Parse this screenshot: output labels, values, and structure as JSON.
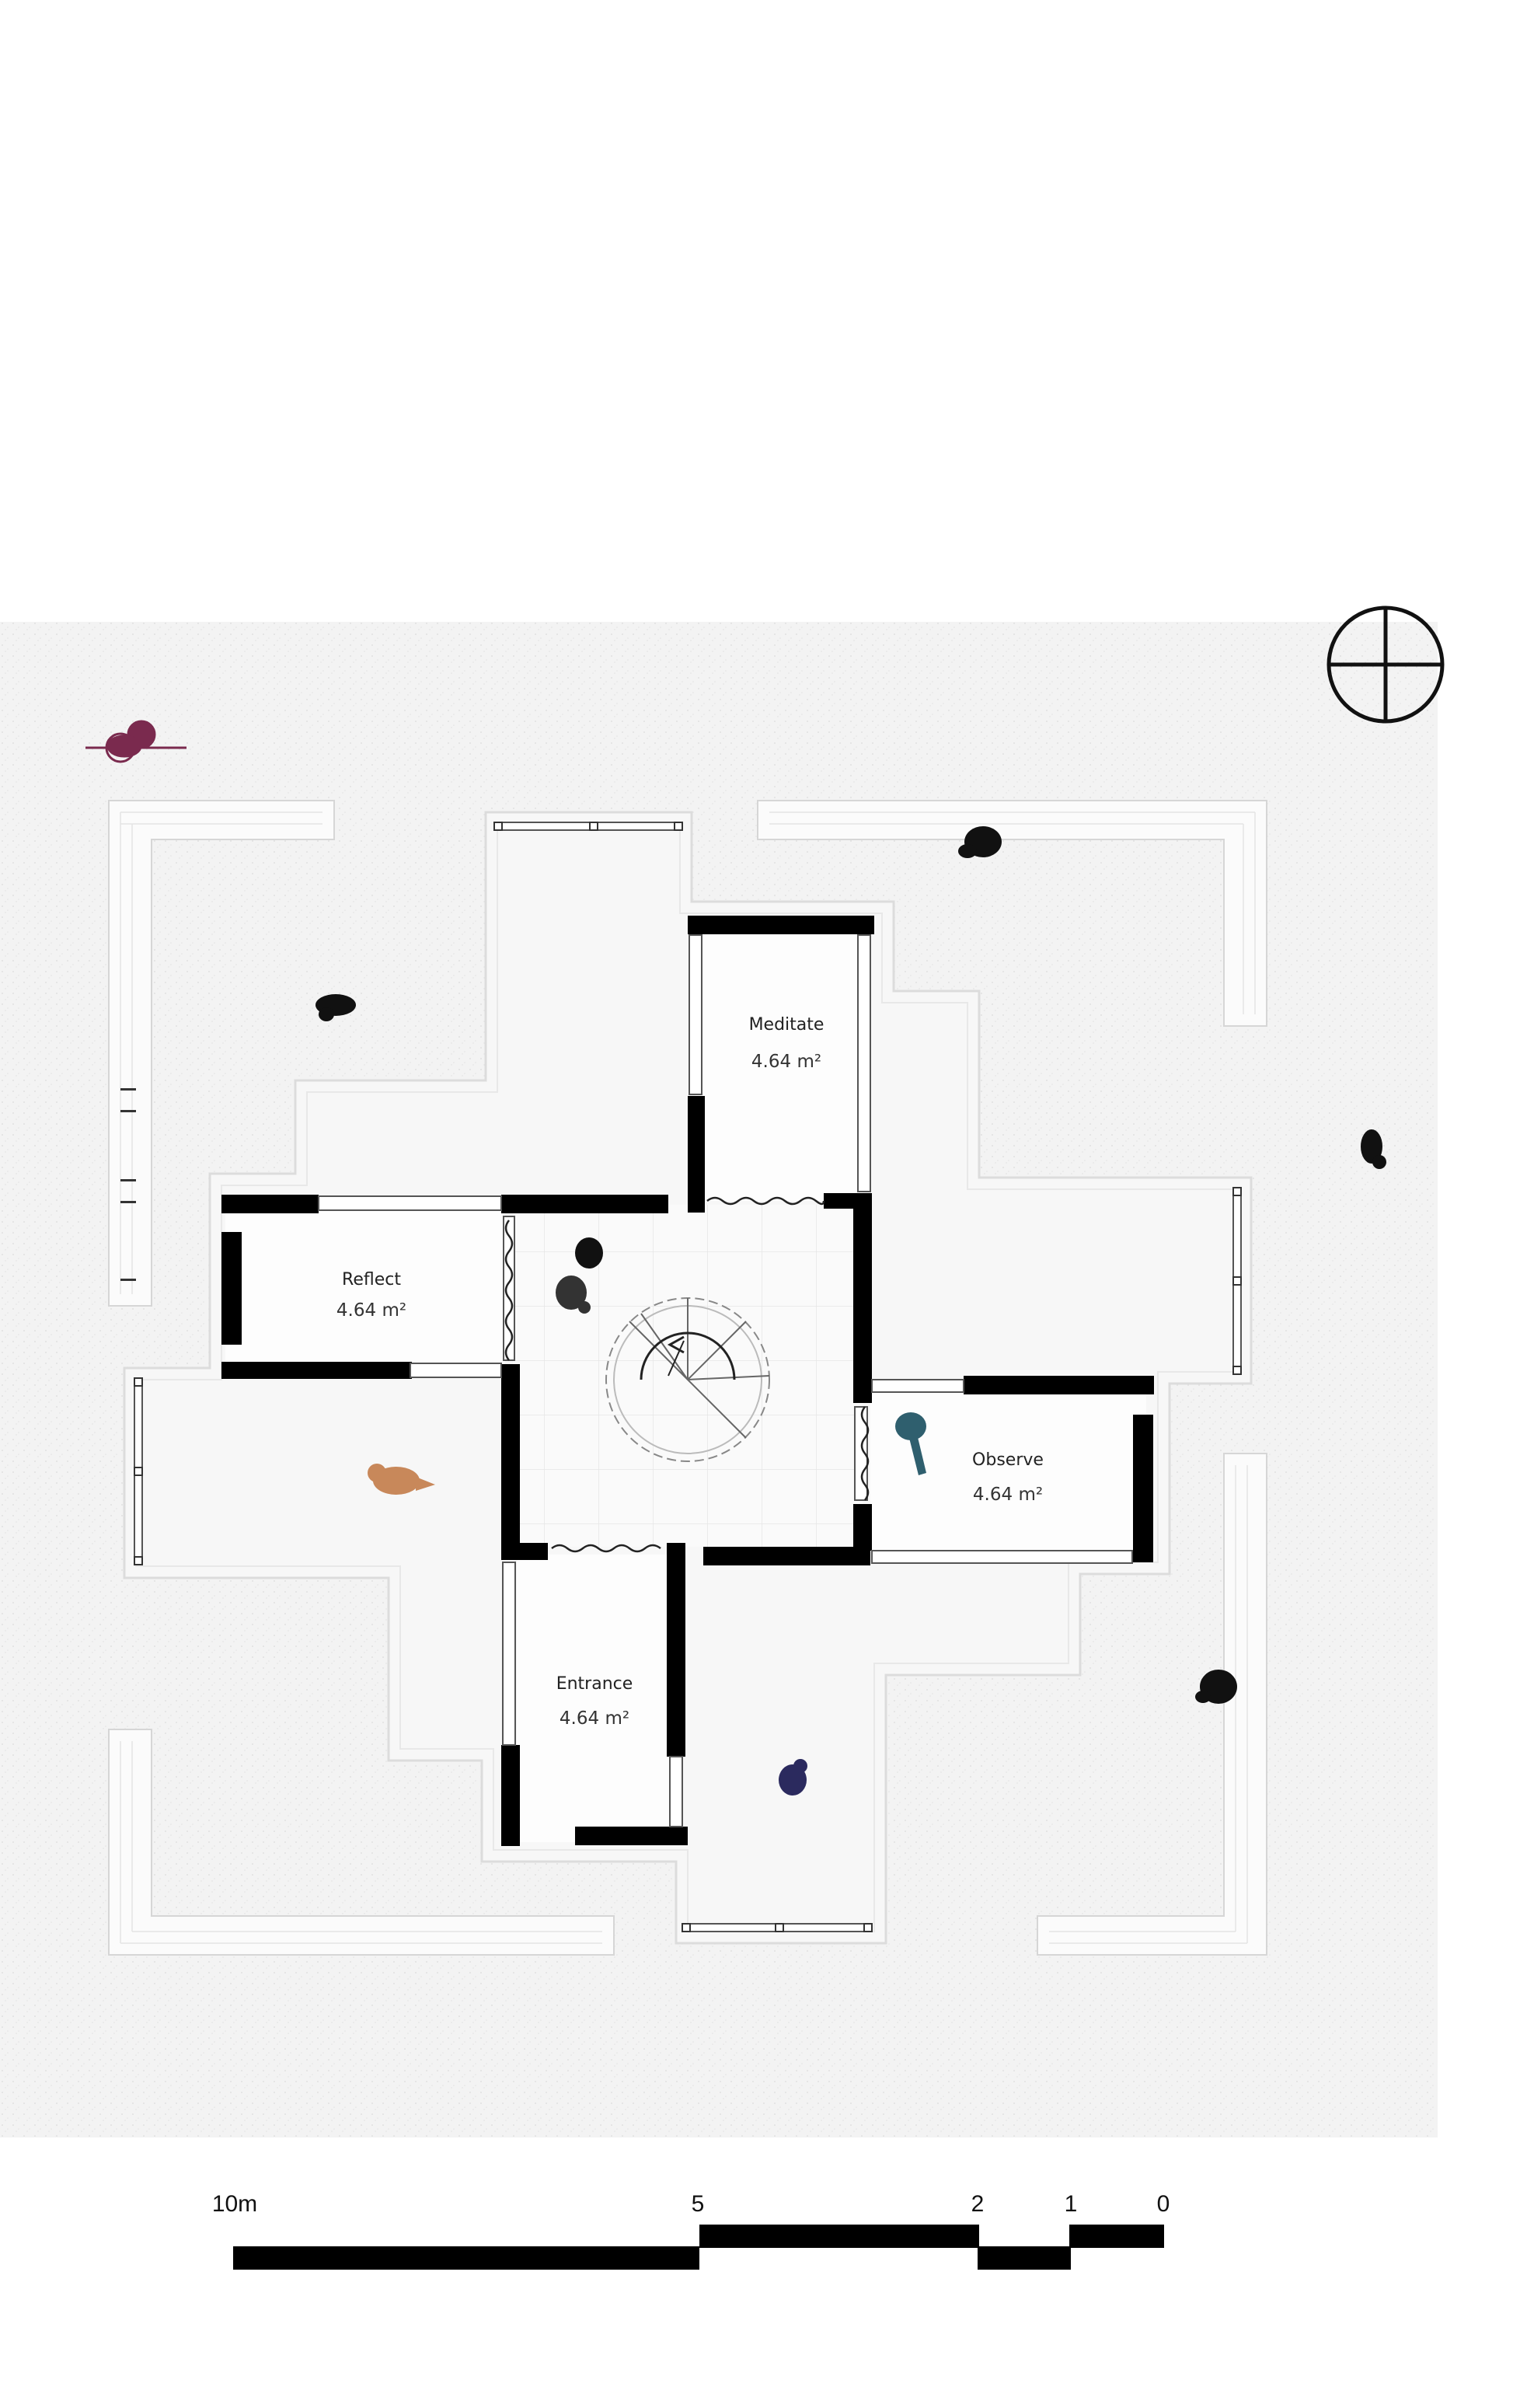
{
  "rooms": [
    {
      "name": "Meditate",
      "area": "4.64 m²"
    },
    {
      "name": "Reflect",
      "area": "4.64 m²"
    },
    {
      "name": "Observe",
      "area": "4.64 m²"
    },
    {
      "name": "Entrance",
      "area": "4.64 m²"
    }
  ],
  "scale_bar": {
    "labels": [
      "10m",
      "5",
      "2",
      "1",
      "0"
    ]
  },
  "colors": {
    "wall": "#000000",
    "floor": "#f7f7f7",
    "site": "#f1f1f1",
    "figure_magenta": "#7a2a4e",
    "figure_orange": "#c8885a",
    "figure_teal": "#2f5f6e",
    "figure_navy": "#2b2a5e",
    "figure_black": "#111111"
  },
  "icons": [
    "north-arrow-icon",
    "person-figure-icon",
    "spiral-stair-icon"
  ]
}
